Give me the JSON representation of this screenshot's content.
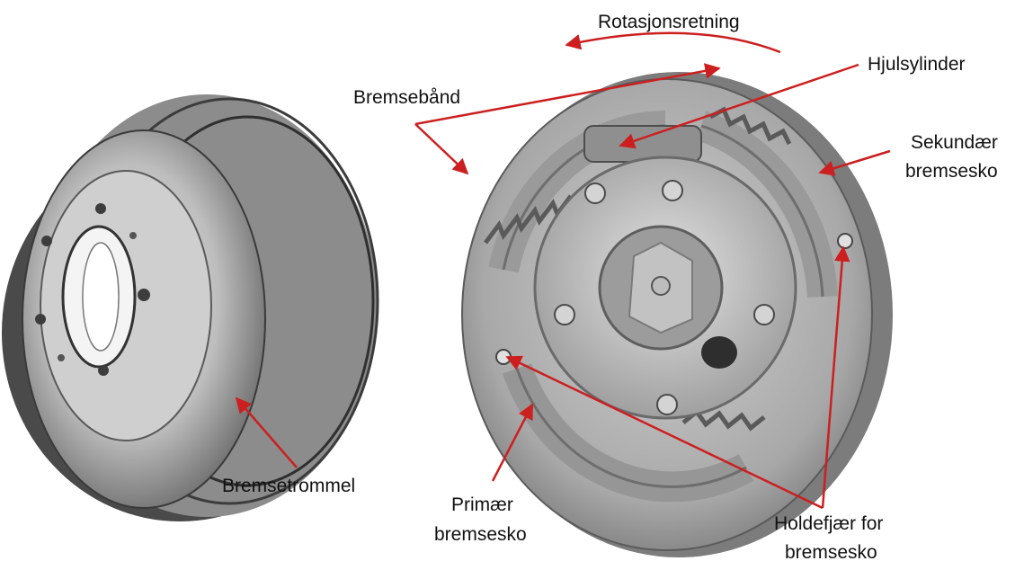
{
  "labels": {
    "rotation": "Rotasjonsretning",
    "wheel_cylinder": "Hjulsylinder",
    "lining": "Bremsebånd",
    "secondary_line1": "Sekundær",
    "secondary_line2": "bremsesko",
    "drum": "Bremsetrommel",
    "primary_line1": "Primær",
    "primary_line2": "bremsesko",
    "holddown_line1": "Holdefjær for",
    "holddown_line2": "bremsesko"
  },
  "colors": {
    "arrow": "#cc1f1f",
    "label_text": "#111111",
    "metal_light": "#d9d9d9",
    "metal_mid": "#a6a6a6",
    "metal_dark": "#5e5e5e"
  }
}
